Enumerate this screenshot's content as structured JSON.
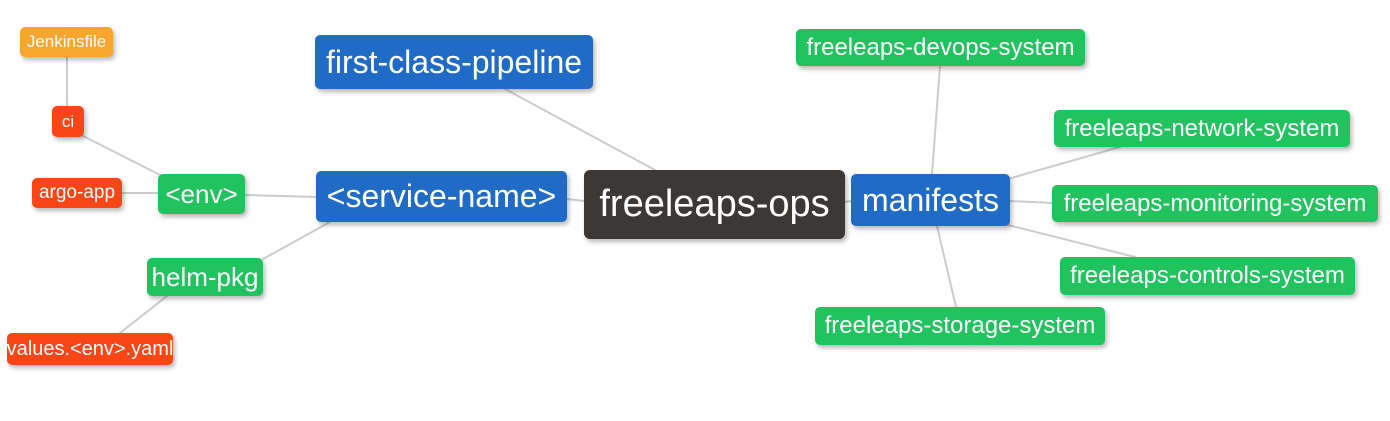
{
  "diagram": {
    "type": "mindmap",
    "root_label": "freeleaps-ops",
    "palette": {
      "orange": "#F9A62E",
      "red": "#FA4616",
      "green": "#21C35E",
      "blue": "#1F6BC5",
      "dark": "#3B3836",
      "edge": "#CCCCCC",
      "text": "#FFFFFF",
      "background": "#FFFFFF"
    },
    "nodes": [
      {
        "id": "jenkinsfile",
        "label": "Jenkinsfile",
        "color_role": "orange"
      },
      {
        "id": "ci",
        "label": "ci",
        "color_role": "red"
      },
      {
        "id": "argo-app",
        "label": "argo-app",
        "color_role": "red"
      },
      {
        "id": "env",
        "label": "<env>",
        "color_role": "green"
      },
      {
        "id": "helm-pkg",
        "label": "helm-pkg",
        "color_role": "green"
      },
      {
        "id": "values-env-yaml",
        "label": "values.<env>.yaml",
        "color_role": "red"
      },
      {
        "id": "first-class-pipeline",
        "label": "first-class-pipeline",
        "color_role": "blue"
      },
      {
        "id": "service-name",
        "label": "<service-name>",
        "color_role": "blue"
      },
      {
        "id": "freeleaps-ops",
        "label": "freeleaps-ops",
        "color_role": "dark"
      },
      {
        "id": "manifests",
        "label": "manifests",
        "color_role": "blue"
      },
      {
        "id": "devops-system",
        "label": "freeleaps-devops-system",
        "color_role": "green"
      },
      {
        "id": "network-system",
        "label": "freeleaps-network-system",
        "color_role": "green"
      },
      {
        "id": "monitoring-system",
        "label": "freeleaps-monitoring-system",
        "color_role": "green"
      },
      {
        "id": "controls-system",
        "label": "freeleaps-controls-system",
        "color_role": "green"
      },
      {
        "id": "storage-system",
        "label": "freeleaps-storage-system",
        "color_role": "green"
      }
    ],
    "edges": [
      [
        "jenkinsfile",
        "ci"
      ],
      [
        "ci",
        "env"
      ],
      [
        "argo-app",
        "env"
      ],
      [
        "env",
        "service-name"
      ],
      [
        "service-name",
        "freeleaps-ops"
      ],
      [
        "first-class-pipeline",
        "freeleaps-ops"
      ],
      [
        "service-name",
        "helm-pkg"
      ],
      [
        "helm-pkg",
        "values-env-yaml"
      ],
      [
        "freeleaps-ops",
        "manifests"
      ],
      [
        "manifests",
        "devops-system"
      ],
      [
        "manifests",
        "network-system"
      ],
      [
        "manifests",
        "monitoring-system"
      ],
      [
        "manifests",
        "controls-system"
      ],
      [
        "manifests",
        "storage-system"
      ]
    ]
  }
}
